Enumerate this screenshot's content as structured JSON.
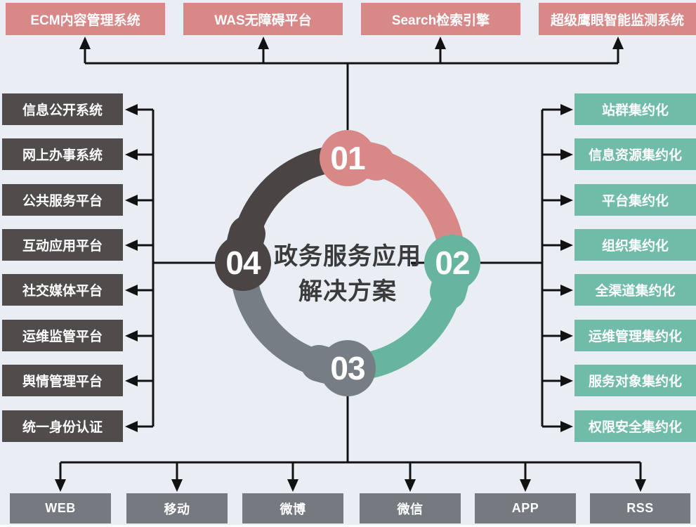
{
  "colors": {
    "background": "#E9EDF4",
    "line": "#121212",
    "pink": "#D98888",
    "teal_ring": "#67B49F",
    "teal_box": "#70BCA8",
    "dark_ring": "#4A4444",
    "dark_box": "#504C4C",
    "gray_ring": "#777D84",
    "gray_box": "#757A80",
    "title_text": "#3B3B3B",
    "box_text": "#FFFFFF"
  },
  "title": {
    "line1": "政务服务应用",
    "line2": "解决方案"
  },
  "ring": {
    "nodes": [
      "01",
      "02",
      "03",
      "04"
    ]
  },
  "top_systems": [
    "ECM内容管理系统",
    "WAS无障碍平台",
    "Search检索引擎",
    "超级鹰眼智能监测系统"
  ],
  "left_systems": [
    "信息公开系统",
    "网上办事系统",
    "公共服务平台",
    "互动应用平台",
    "社交媒体平台",
    "运维监管平台",
    "舆情管理平台",
    "统一身份认证"
  ],
  "right_features": [
    "站群集约化",
    "信息资源集约化",
    "平台集约化",
    "组织集约化",
    "全渠道集约化",
    "运维管理集约化",
    "服务对象集约化",
    "权限安全集约化"
  ],
  "bottom_channels": [
    "WEB",
    "移动",
    "微博",
    "微信",
    "APP",
    "RSS"
  ]
}
